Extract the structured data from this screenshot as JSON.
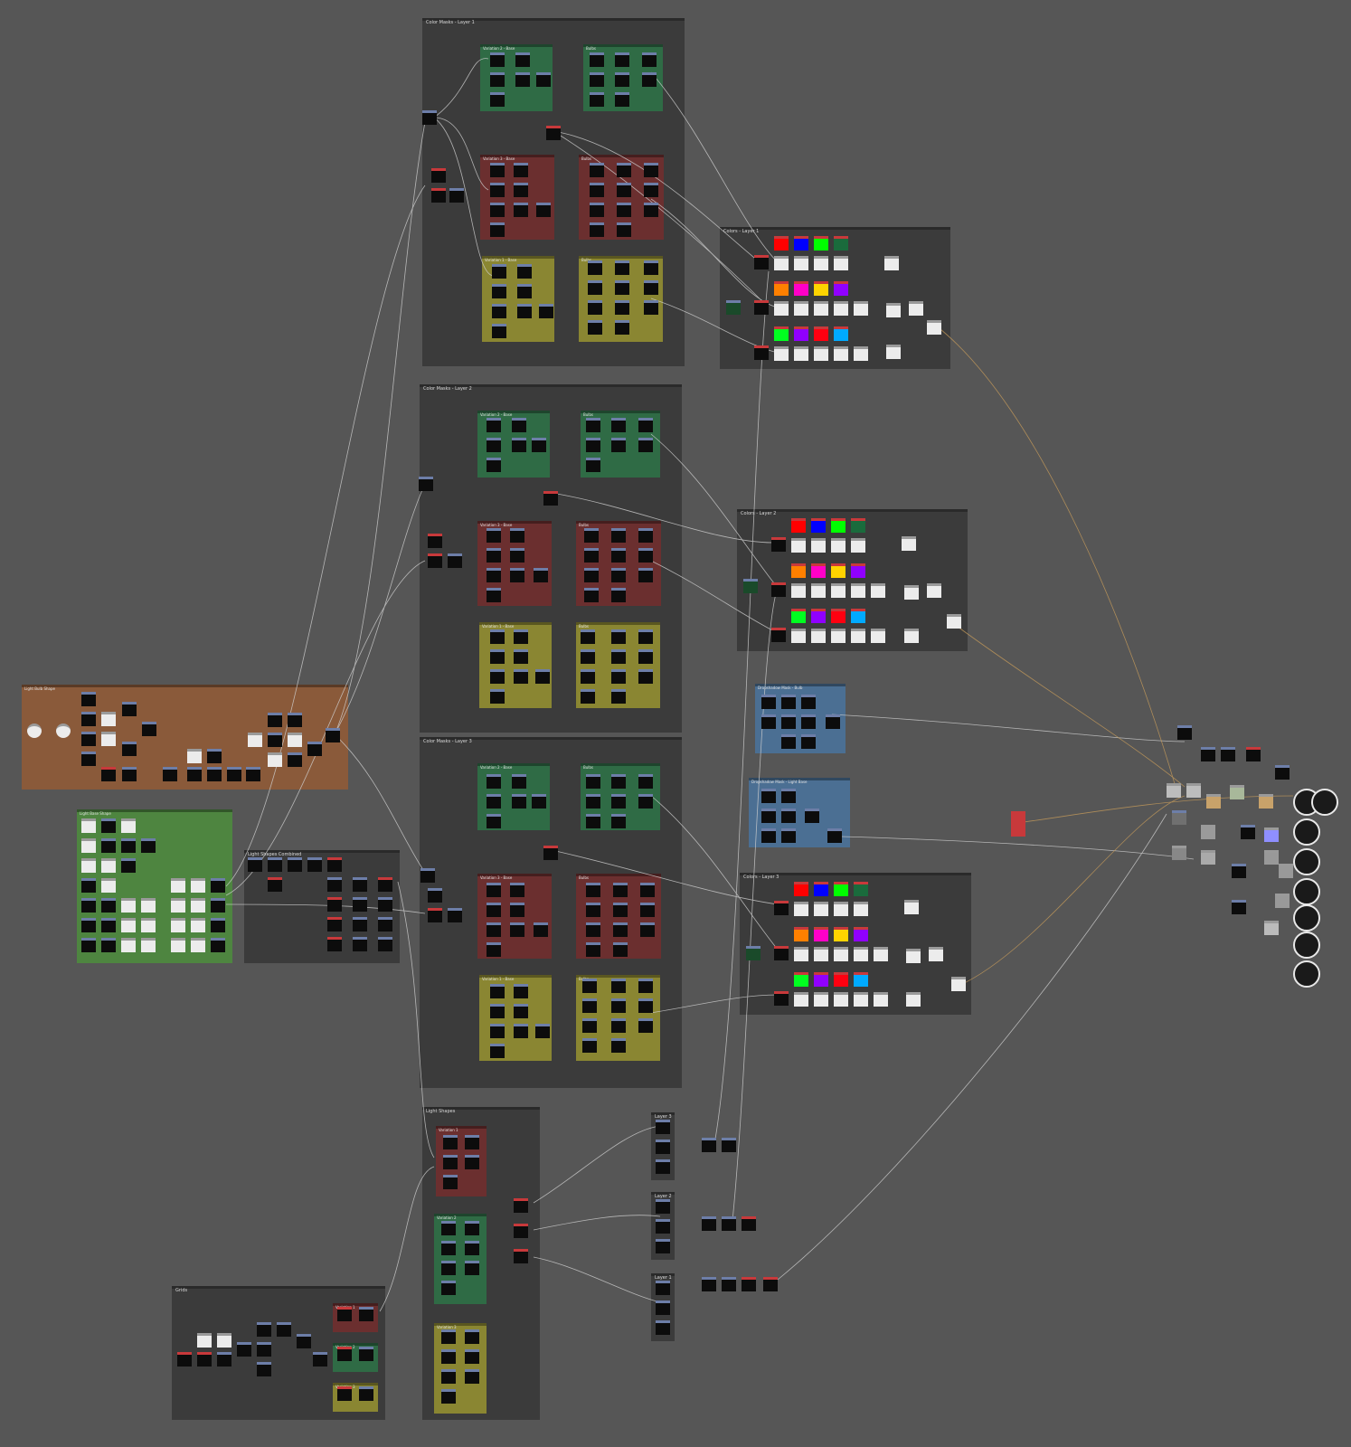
{
  "graph": {
    "frames": [
      {
        "title": "Color Masks - Layer 1"
      },
      {
        "title": "Color Masks - Layer 2"
      },
      {
        "title": "Color Masks - Layer 3"
      },
      {
        "title": "Colors - Layer 1"
      },
      {
        "title": "Colors - Layer 2"
      },
      {
        "title": "Colors - Layer 3"
      },
      {
        "title": "Light Bulb Shape"
      },
      {
        "title": "Light Base Shape"
      },
      {
        "title": "Light Shapes Combined"
      },
      {
        "title": "Light Shapes"
      },
      {
        "title": "Grids"
      }
    ],
    "subframes": {
      "variation2_base": "Variation 2 - Base",
      "variation3_base": "Variation 3 - Base",
      "variation1_base": "Variation 1 - Base",
      "bulbs": "Bulbs",
      "variation1": "Variation 1",
      "variation2": "Variation 2",
      "variation3": "Variation 3",
      "layer1": "Layer 1",
      "layer2": "Layer 2",
      "layer3": "Layer 3",
      "dropshadow_bulb": "Dropshadow Mask - Bulb",
      "dropshadow_base": "Dropshadow Mask - Light Base"
    },
    "colors": {
      "canvas": "#565656",
      "frame": "#3b3b3b",
      "green": "#2f6b45",
      "red": "#6b2f2f",
      "olive": "#8a8632",
      "orange": "#8a5a3a",
      "lime": "#4e8540",
      "blue": "#4b6f93",
      "wire": "#cfcfcf",
      "wire_orange": "#c49a5a"
    },
    "swatch_rows": [
      [
        "#ff0000",
        "#0000ff",
        "#00ff00",
        "#1a6b3c"
      ],
      [
        "#ff8000",
        "#ff00c8",
        "#ffd400",
        "#9000ff"
      ],
      [
        "#00ff20",
        "#9000ff",
        "#ff0010",
        "#00aaff"
      ]
    ],
    "icons": {
      "node": "node-thumbnail-icon",
      "output": "cube-output-icon"
    }
  }
}
